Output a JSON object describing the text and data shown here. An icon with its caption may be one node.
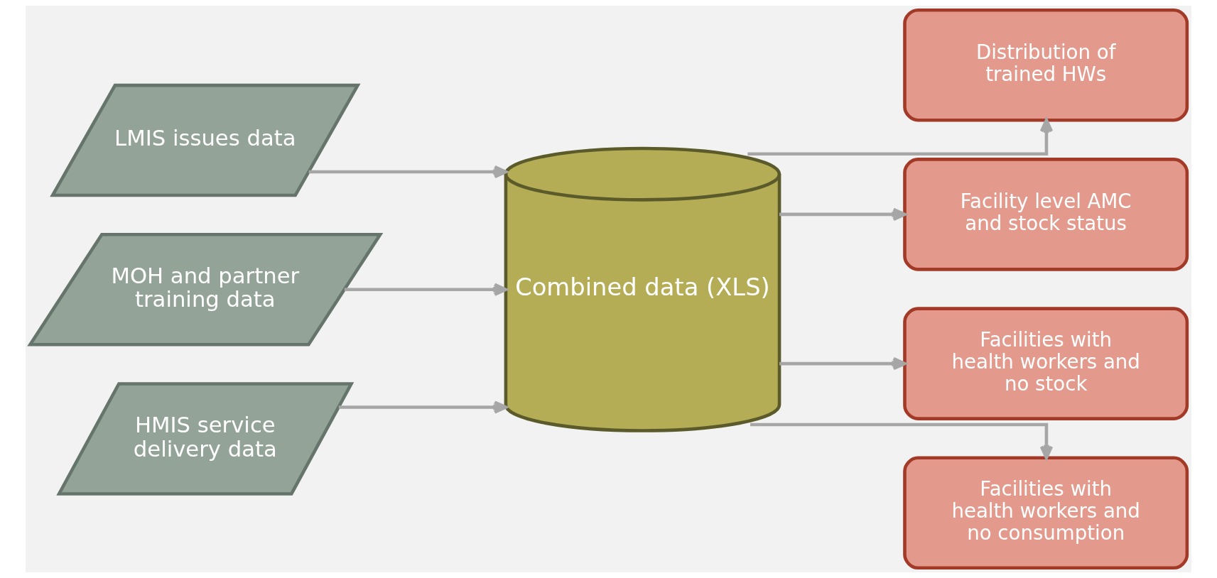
{
  "diagram": {
    "nodes": [
      {
        "text": [
          "LMIS issues data"
        ]
      },
      {
        "text": [
          "MOH and partner training data"
        ]
      },
      {
        "text": [
          "HMIS service delivery data"
        ]
      },
      {
        "text": [
          "Combined data (XLS)"
        ]
      },
      {
        "text": [
          "Distribution of trained HWs"
        ]
      },
      {
        "text": [
          "Facility level AMC and stock status"
        ]
      },
      {
        "text": [
          "Facilities with health workers and no stock"
        ]
      },
      {
        "text": [
          "Facilities with health workers and no consumption"
        ]
      }
    ],
    "edges": [
      {
        "from": 0,
        "to": 3,
        "arrow": "to"
      },
      {
        "from": 1,
        "to": 3,
        "arrow": "to"
      },
      {
        "from": 2,
        "to": 3,
        "arrow": "to"
      },
      {
        "from": 3,
        "to": 4,
        "arrow": "to"
      },
      {
        "from": 3,
        "to": 5,
        "arrow": "to"
      },
      {
        "from": 3,
        "to": 6,
        "arrow": "to"
      },
      {
        "from": 3,
        "to": 7,
        "arrow": "to"
      }
    ]
  }
}
